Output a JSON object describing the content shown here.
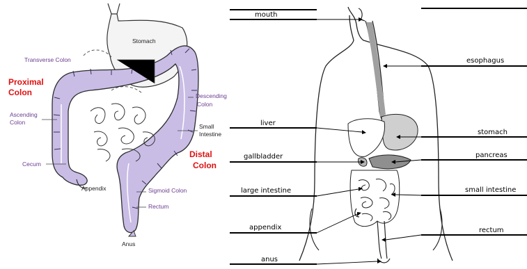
{
  "left_diagram": {
    "labels": {
      "stomach": "Stomach",
      "transverse_colon": "Transverse Colon",
      "descending_colon_1": "Descending",
      "descending_colon_2": "Colon",
      "small_intestine_1": "Small",
      "small_intestine_2": "Intestine",
      "ascending_colon_1": "Ascending",
      "ascending_colon_2": "Colon",
      "cecum": "Cecum",
      "appendix": "Appendix",
      "sigmoid_colon": "Sigmoid Colon",
      "rectum": "Rectum",
      "anus": "Anus",
      "proximal_1": "Proximal",
      "proximal_2": "Colon",
      "distal_1": "Distal",
      "distal_2": "Colon"
    },
    "colors": {
      "colon_fill": "#c9bde6",
      "label_purple": "#6a3d8f",
      "region_red": "#e01010"
    }
  },
  "right_diagram": {
    "labels": {
      "mouth": "mouth",
      "esophagus": "esophagus",
      "liver": "liver",
      "stomach": "stomach",
      "gallbladder": "gallbladder",
      "pancreas": "pancreas",
      "large_intestine": "large intestine",
      "small_intestine": "small intestine",
      "appendix": "appendix",
      "rectum": "rectum",
      "anus": "anus"
    }
  }
}
